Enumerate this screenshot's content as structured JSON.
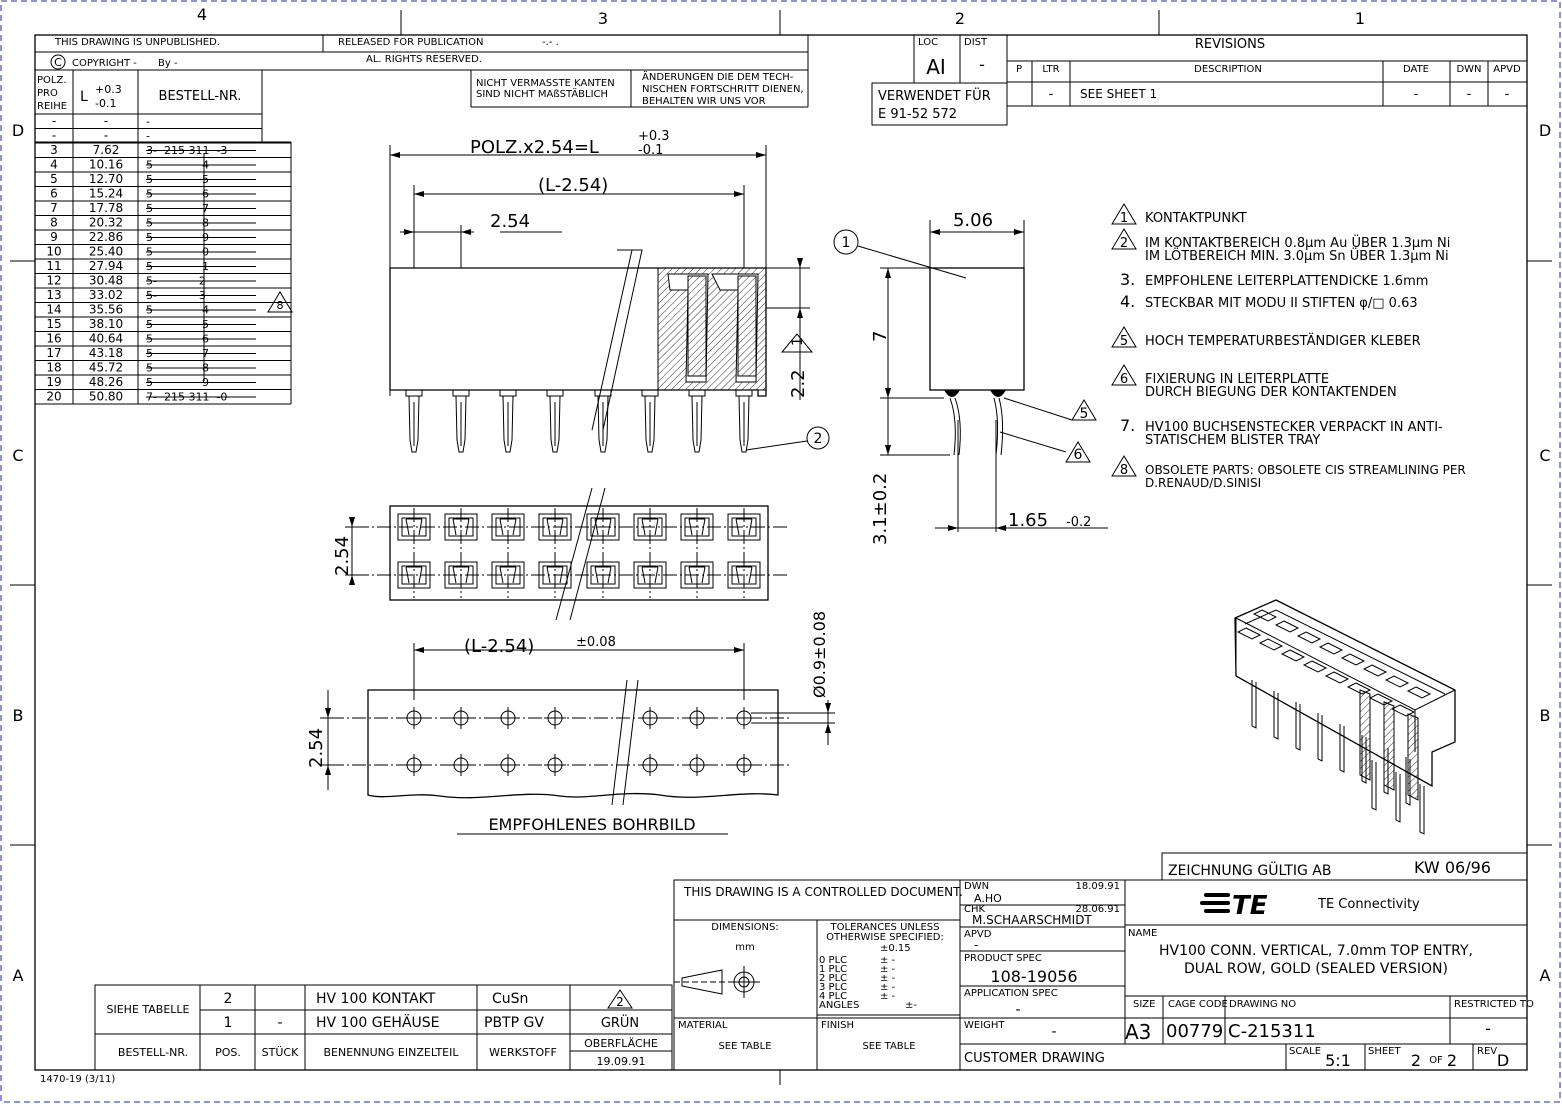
{
  "zone_labels": {
    "top": [
      "4",
      "3",
      "2",
      "1"
    ],
    "left": [
      "D",
      "C",
      "B",
      "A"
    ],
    "right": [
      "D",
      "C",
      "B",
      "A"
    ]
  },
  "header_notes": {
    "unpublished": "THIS DRAWING IS UNPUBLISHED.",
    "released": "RELEASED FOR PUBLICATION",
    "released_date": "-.-  .",
    "copyright": "COPYRIGHT  -",
    "copyright_symbol": "C",
    "copyright_by": "By  -",
    "rights": "AL. RIGHTS RESERVED.",
    "edges_line1": "NICHT VERMASSTE KANTEN",
    "edges_line2": "SIND NICHT MAßSTÄBLICH",
    "changes_line1": "ÄNDERUNGEN DIE DEM TECH-",
    "changes_line2": "NISCHEN FORTSCHRITT DIENEN,",
    "changes_line3": "BEHALTEN WIR UNS VOR"
  },
  "part_table": {
    "header_col1": [
      "POLZ.",
      "PRO",
      "REIHE"
    ],
    "header_col2_main": "L",
    "header_col2_tol_plus": "+0.3",
    "header_col2_tol_minus": "-0.1",
    "header_col3": "BESTELL-NR.",
    "obsolete_marker": "8",
    "rows": [
      [
        "-",
        "-",
        "-"
      ],
      [
        "-",
        "-",
        "-"
      ],
      [
        "3",
        "7.62",
        "3-  215 311  -3"
      ],
      [
        "4",
        "10.16",
        "5              4"
      ],
      [
        "5",
        "12.70",
        "5              5"
      ],
      [
        "6",
        "15.24",
        "5              6"
      ],
      [
        "7",
        "17.78",
        "5              7"
      ],
      [
        "8",
        "20.32",
        "5              8"
      ],
      [
        "9",
        "22.86",
        "5              9"
      ],
      [
        "10",
        "25.40",
        "5              0"
      ],
      [
        "11",
        "27.94",
        "5              1"
      ],
      [
        "12",
        "30.48",
        "5-            2"
      ],
      [
        "13",
        "33.02",
        "5-            3"
      ],
      [
        "14",
        "35.56",
        "5              4"
      ],
      [
        "15",
        "38.10",
        "5              5"
      ],
      [
        "16",
        "40.64",
        "5              6"
      ],
      [
        "17",
        "43.18",
        "5              7"
      ],
      [
        "18",
        "45.72",
        "5              8"
      ],
      [
        "19",
        "48.26",
        "5              9"
      ],
      [
        "20",
        "50.80",
        "7-  215 311  -0"
      ]
    ]
  },
  "revisions": {
    "loc_label": "LOC",
    "loc_value": "AI",
    "dist_label": "DIST",
    "dist_value": "-",
    "title": "REVISIONS",
    "columns": [
      "P",
      "LTR",
      "DESCRIPTION",
      "DATE",
      "DWN",
      "APVD"
    ],
    "row": [
      "",
      "-",
      "SEE SHEET 1",
      "-",
      "-",
      "-"
    ],
    "used_for_label": "VERWENDET FÜR",
    "used_for_value": "E 91-52 572"
  },
  "dimensions": {
    "total": "POLZ.x2.54=L",
    "total_tol_plus": "+0.3",
    "total_tol_minus": "-0.1",
    "inner": "(L-2.54)",
    "pitch": "2.54",
    "tip": "2.2",
    "tip_note": "1",
    "width": "5.06",
    "height": "7",
    "pin_length": "3.1±0.2",
    "offset": "1.65",
    "offset_tol": "-0.2",
    "row_pitch_top": "2.54",
    "hole_span": "(L-2.54)",
    "hole_span_tol": "±0.08",
    "hole_dia": "Ø0.9±0.08",
    "row_pitch_holes": "2.54",
    "balloon_1": "1",
    "balloon_2": "2",
    "flag_5": "5",
    "flag_6": "6"
  },
  "hole_pattern_label": "EMPFOHLENES BOHRBILD",
  "notes": [
    {
      "num": "1",
      "flag": true,
      "lines": [
        "KONTAKTPUNKT"
      ]
    },
    {
      "num": "2",
      "flag": true,
      "lines": [
        "IM KONTAKTBEREICH 0.8µm Au ÜBER 1.3µm Ni",
        "IM LÖTBEREICH MIN. 3.0µm Sn ÜBER 1.3µm Ni"
      ]
    },
    {
      "num": "3.",
      "flag": false,
      "lines": [
        "EMPFOHLENE LEITERPLATTENDICKE 1.6mm"
      ]
    },
    {
      "num": "4.",
      "flag": false,
      "lines": [
        "STECKBAR MIT MODU II STIFTEN  φ/□ 0.63"
      ]
    },
    {
      "num": "5",
      "flag": true,
      "lines": [
        "HOCH TEMPERATURBESTÄNDIGER KLEBER"
      ]
    },
    {
      "num": "6",
      "flag": true,
      "lines": [
        "FIXIERUNG IN LEITERPLATTE",
        "DURCH BIEGUNG DER KONTAKTENDEN"
      ]
    },
    {
      "num": "7.",
      "flag": false,
      "lines": [
        "HV100 BUCHSENSTECKER VERPACKT IN ANTI-",
        "STATISCHEM BLISTER TRAY"
      ]
    },
    {
      "num": "8",
      "flag": true,
      "lines": [
        "OBSOLETE PARTS: OBSOLETE CIS STREAMLINING PER",
        "D.RENAUD/D.SINISI"
      ]
    }
  ],
  "validity": {
    "label": "ZEICHNUNG GÜLTIG AB",
    "value": "KW 06/96"
  },
  "bom": {
    "see_table": "SIEHE TABELLE",
    "rows": [
      {
        "pos": "2",
        "qty": "",
        "name": "HV 100 KONTAKT",
        "material": "CuSn",
        "surface": "2"
      },
      {
        "pos": "1",
        "qty": "-",
        "name": "HV 100 GEHÄUSE",
        "material": "PBTP GV",
        "surface": "GRÜN"
      }
    ],
    "headers": [
      "BESTELL-NR.",
      "POS.",
      "STÜCK",
      "BENENNUNG EINZELTEIL",
      "WERKSTOFF",
      "OBERFLÄCHE"
    ],
    "date": "19.09.91"
  },
  "form_id": "1470-19  (3/11)",
  "title_block": {
    "controlled": "THIS DRAWING IS A CONTROLLED DOCUMENT.",
    "dimensions_label": "DIMENSIONS:",
    "dimensions_unit": "mm",
    "tolerances_title1": "TOLERANCES UNLESS",
    "tolerances_title2": "OTHERWISE SPECIFIED:",
    "tolerances_value": "±0.15",
    "tolerance_rows": [
      "0 PLC",
      "1 PLC",
      "2 PLC",
      "3 PLC",
      "4 PLC",
      "ANGLES"
    ],
    "tolerance_vals": [
      "± -",
      "± -",
      "± -",
      "± -",
      "± -",
      "±-"
    ],
    "material_label": "MATERIAL",
    "material_value": "SEE TABLE",
    "finish_label": "FINISH",
    "finish_value": "SEE TABLE",
    "dwn_label": "DWN",
    "dwn_name": "A.HO",
    "dwn_date": "18.09.91",
    "chk_label": "CHK",
    "chk_name": "M.SCHAARSCHMIDT",
    "chk_date": "28.06.91",
    "apvd_label": "APVD",
    "apvd_value": "-",
    "product_spec_label": "PRODUCT SPEC",
    "product_spec_value": "108-19056",
    "application_spec_label": "APPLICATION SPEC",
    "application_spec_value": "-",
    "weight_label": "WEIGHT",
    "weight_value": "-",
    "customer_drawing": "CUSTOMER DRAWING",
    "company_logo": "TE",
    "company_name": "TE Connectivity",
    "name_label": "NAME",
    "name_line1": "HV100 CONN. VERTICAL, 7.0mm TOP ENTRY,",
    "name_line2": "DUAL ROW, GOLD (SEALED VERSION)",
    "size_label": "SIZE",
    "size_value": "A3",
    "cage_label": "CAGE CODE",
    "cage_value": "00779",
    "drawing_no_label": "DRAWING NO",
    "drawing_no_value": "C-215311",
    "restricted_label": "RESTRICTED TO",
    "restricted_value": "-",
    "scale_label": "SCALE",
    "scale_value": "5:1",
    "sheet_label": "SHEET",
    "sheet_value": "2",
    "sheet_of": "OF",
    "sheet_total": "2",
    "rev_label": "REV",
    "rev_value": "D"
  }
}
